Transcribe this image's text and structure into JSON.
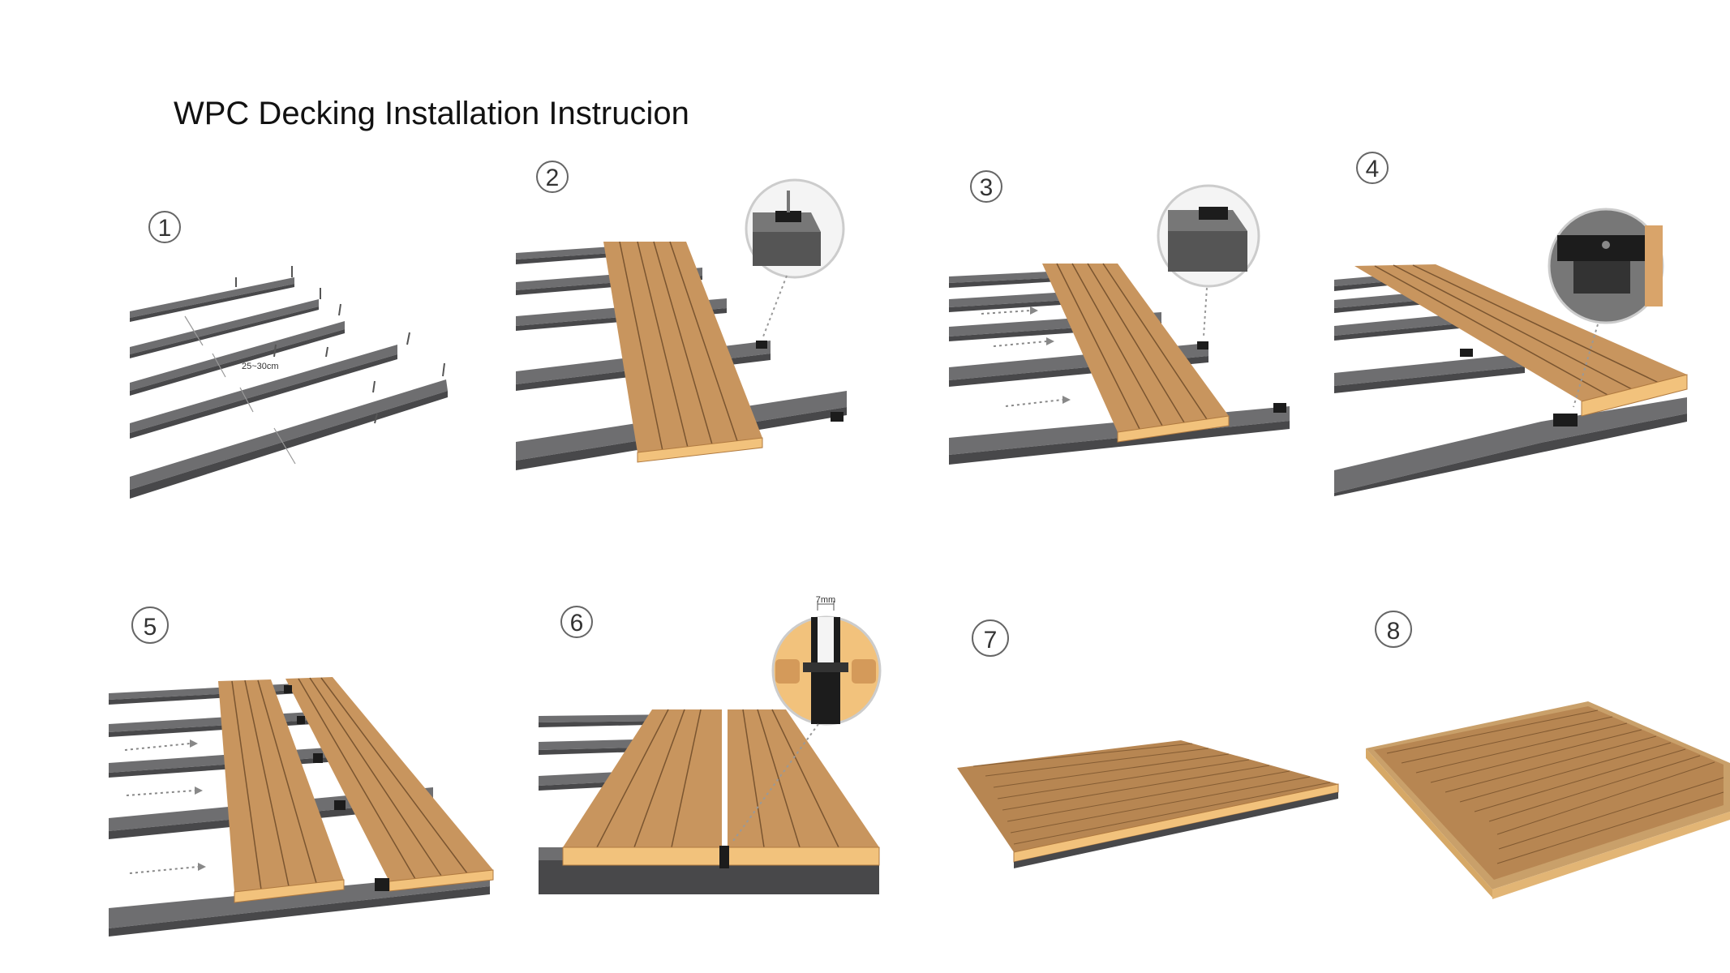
{
  "title": "WPC Decking Installation Instrucion",
  "steps": [
    {
      "number": "1",
      "annotation": "25~30cm"
    },
    {
      "number": "2"
    },
    {
      "number": "3"
    },
    {
      "number": "4"
    },
    {
      "number": "5"
    },
    {
      "number": "6",
      "annotation": "7mm"
    },
    {
      "number": "7"
    },
    {
      "number": "8"
    }
  ],
  "colors": {
    "joist_top": "#6e6e70",
    "joist_side": "#48484a",
    "board_top": "#c8955e",
    "board_line": "#7a5530",
    "board_end": "#f2c27c",
    "clip": "#1c1c1c"
  }
}
